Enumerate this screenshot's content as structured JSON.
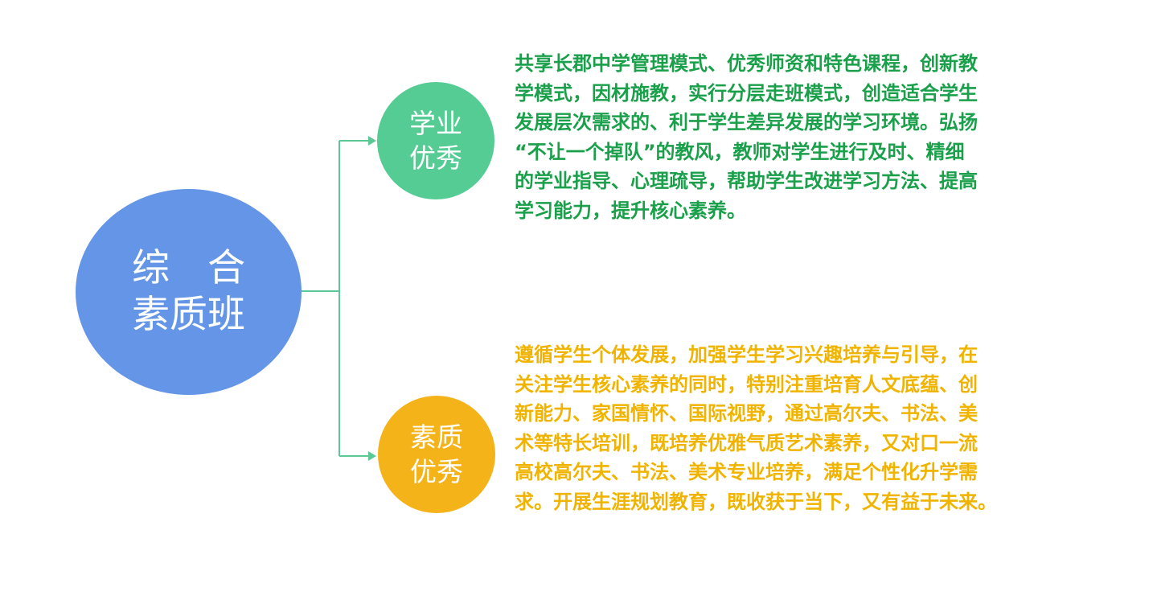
{
  "colors": {
    "root_fill": "#6495e6",
    "academic_fill": "#55cc93",
    "quality_fill": "#f5b31a",
    "academic_text": "#1aa04a",
    "quality_text": "#f0b400",
    "connector": "#5cc896",
    "label_text": "#ffffff"
  },
  "root": {
    "lines": [
      "综　合",
      "素质班"
    ]
  },
  "branches": [
    {
      "id": "academic",
      "lines": [
        "学业",
        "优秀"
      ],
      "description": [
        "共享长郡中学管理模式、优秀师资和特色课程，创新教",
        "学模式，因材施教，实行分层走班模式，创造适合学生",
        "发展层次需求的、利于学生差异发展的学习环境。弘扬",
        "“不让一个掉队”的教风，教师对学生进行及时、精细",
        "的学业指导、心理疏导，帮助学生改进学习方法、提高",
        "学习能力，提升核心素养。"
      ]
    },
    {
      "id": "quality",
      "lines": [
        "素质",
        "优秀"
      ],
      "description": [
        "遵循学生个体发展，加强学生学习兴趣培养与引导，在",
        "关注学生核心素养的同时，特别注重培育人文底蕴、创",
        "新能力、家国情怀、国际视野，通过高尔夫、书法、美",
        "术等特长培训，既培养优雅气质艺术素养，又对口一流",
        "高校高尔夫、书法、美术专业培养，满足个性化升学需",
        "求。开展生涯规划教育，既收获于当下，又有益于未来。"
      ]
    }
  ]
}
